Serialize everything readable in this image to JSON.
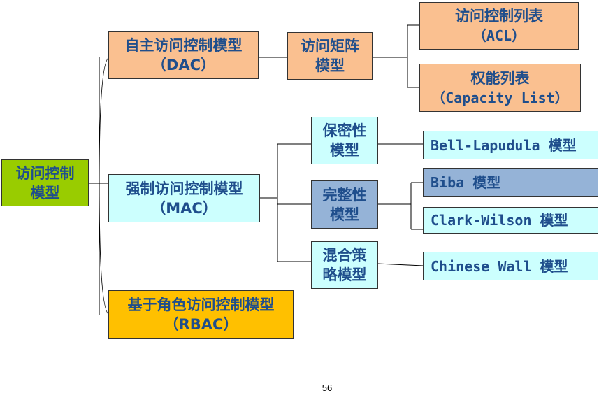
{
  "root": {
    "line1": "访问控制",
    "line2": "模型"
  },
  "dac": {
    "line1": "自主访问控制模型",
    "line2": "（DAC）",
    "matrix": {
      "line1": "访问矩阵",
      "line2": "模型"
    },
    "acl": {
      "line1": "访问控制列表",
      "line2": "（ACL）"
    },
    "capacity": {
      "line1": "权能列表",
      "line2": "（Capacity List）"
    }
  },
  "mac": {
    "line1": "强制访问控制模型",
    "line2": "（MAC）",
    "confidentiality": {
      "line1": "保密性",
      "line2": "模型"
    },
    "integrity": {
      "line1": "完整性",
      "line2": "模型"
    },
    "hybrid": {
      "line1": "混合策",
      "line2": "略模型"
    },
    "bell_lapadula": "Bell-Lapudula 模型",
    "biba": "Biba 模型",
    "clark_wilson": "Clark-Wilson 模型",
    "chinese_wall": "Chinese Wall 模型"
  },
  "rbac": {
    "line1": "基于角色访问控制模型",
    "line2": "（RBAC）"
  },
  "page_number": "56",
  "colors": {
    "text": "#1f4e8c",
    "peach": "#fac090",
    "light_blue": "#ccfffe",
    "blue": "#95b3d7",
    "green": "#99cc00",
    "gold": "#ffc000"
  }
}
